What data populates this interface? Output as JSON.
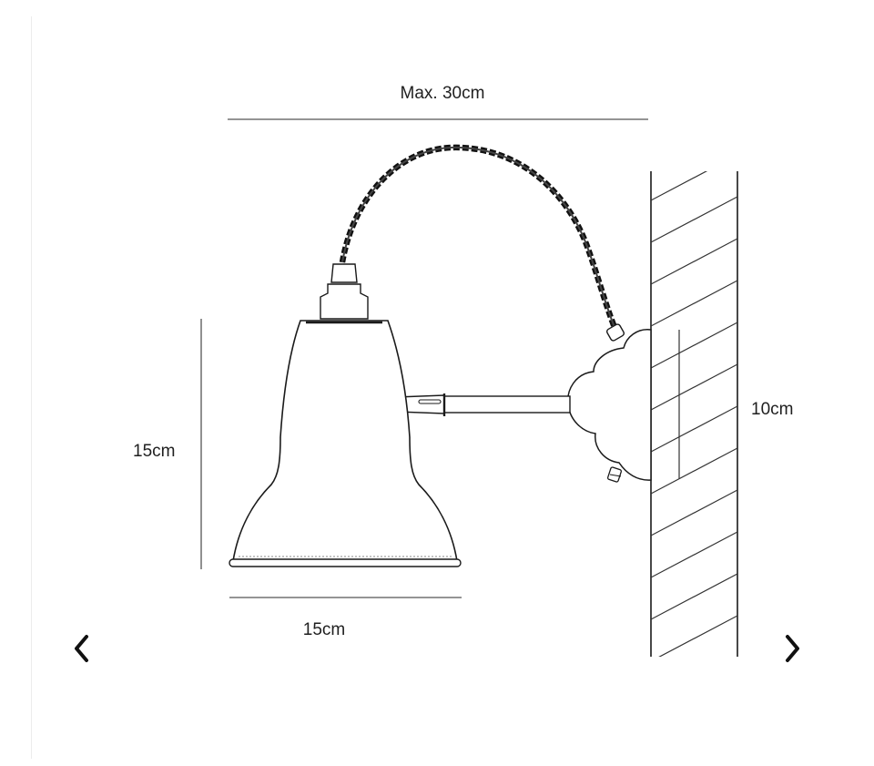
{
  "diagram": {
    "dimensions": {
      "max_width_label": "Max. 30cm",
      "wall_height_label": "10cm",
      "shade_height_label": "15cm",
      "shade_width_label": "15cm"
    },
    "colors": {
      "line": "#1a1a1a",
      "dimension_line": "#555555",
      "background": "#ffffff"
    }
  },
  "navigation": {
    "prev_icon": "chevron-left-icon",
    "next_icon": "chevron-right-icon"
  }
}
